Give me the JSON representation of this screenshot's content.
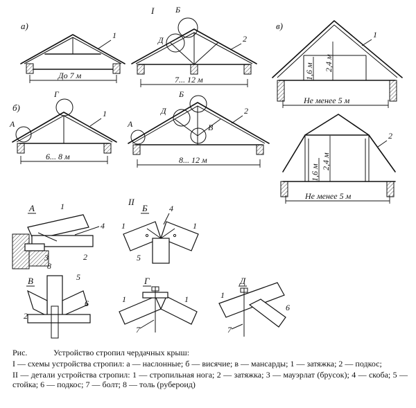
{
  "roman_numerals": [
    "I",
    "II"
  ],
  "scheme_letters": [
    "а)",
    "б)",
    "в)"
  ],
  "detail_letters": [
    "А",
    "Б",
    "В",
    "Г",
    "Д"
  ],
  "span_labels": [
    "До 7 м",
    "7... 12 м",
    "Не менее 5 м",
    "6... 8 м",
    "8... 12 м",
    "Не менее 5 м"
  ],
  "height_labels": [
    "1,6 м",
    "2,4 м",
    "1,6 м",
    "2,4 м"
  ],
  "number_labels": [
    "1",
    "2",
    "3",
    "4",
    "5",
    "6",
    "7",
    "8"
  ],
  "caption": {
    "prefix": "Рис.",
    "title": "Устройство стропил чердачных крыш:",
    "line1": "I — схемы устройства стропил: а — наслонные; б — висячие; в — мансарды; 1 — затяжка; 2 — подкос;",
    "line2": "II — детали устройства стропил: 1 — стропильная нога; 2 — затяжка; 3 — мауэрлат (брусок); 4 — скоба; 5 — стойка; 6 — подкос; 7 — болт; 8 — толь (рубероид)"
  }
}
